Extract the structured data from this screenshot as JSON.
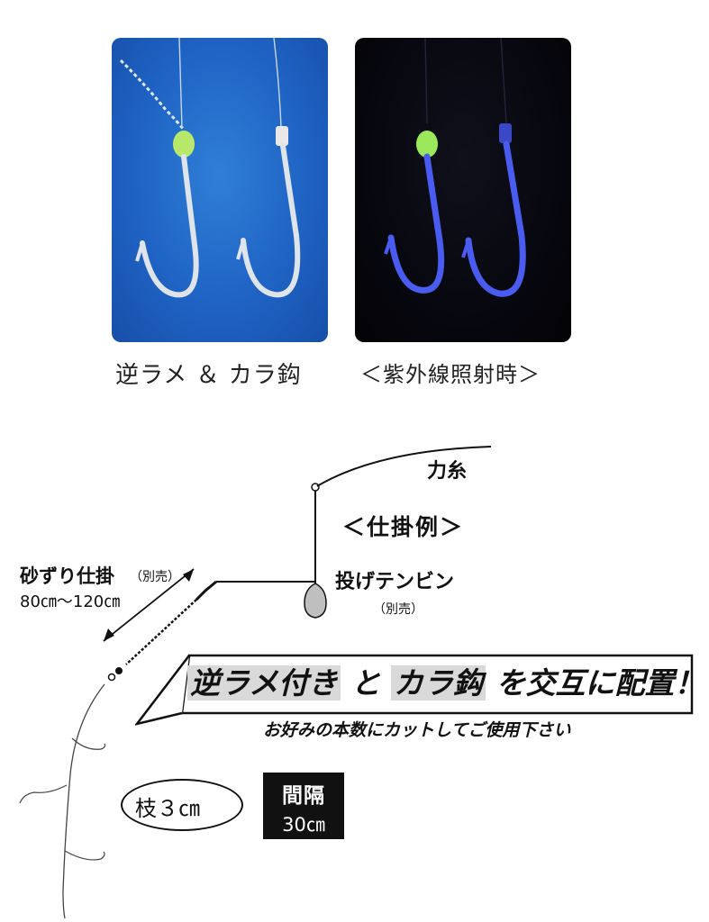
{
  "photos": {
    "normal_caption": "逆ラメ ＆ カラ鈎",
    "uv_caption": "＜紫外線照射時＞"
  },
  "rig": {
    "main_line_label": "力糸",
    "example_label": "＜仕掛例＞",
    "tenbin_label": "投げテンビン",
    "tenbin_note": "（別売）",
    "sunazuri_label": "砂ずり仕掛",
    "sunazuri_note": "（別売）",
    "sunazuri_length": "80㎝～120㎝"
  },
  "banner": {
    "part1": "逆ラメ付き",
    "part2": "と",
    "part3": "カラ鈎",
    "part4": "を交互に配置！",
    "subtitle": "お好みの本数にカットしてご使用下さい"
  },
  "branch": {
    "label": "枝３㎝"
  },
  "interval": {
    "title": "間隔",
    "value": "30㎝"
  },
  "colors": {
    "photo_blue": "#1f63c4",
    "photo_dark": "#06060d",
    "glow_green": "#9be85a",
    "uv_hook": "#4a5cf0"
  }
}
